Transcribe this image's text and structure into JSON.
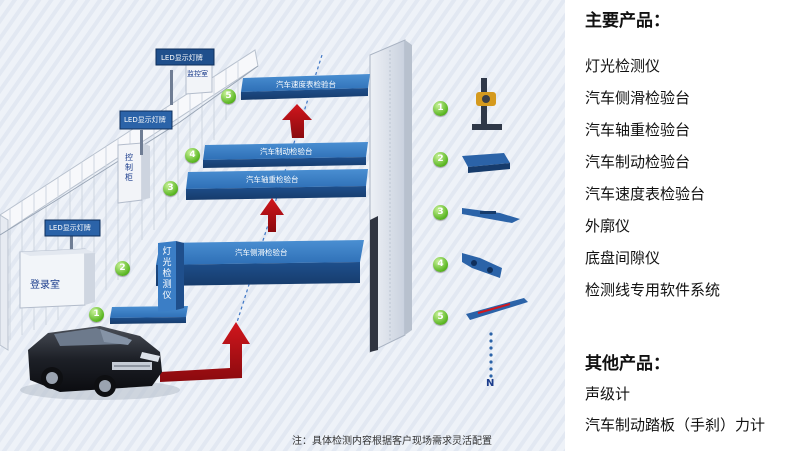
{
  "diagram": {
    "led_sign_label": "LED显示灯牌",
    "monitor_room_label": "监控室",
    "control_cabinet_label": "控制柜",
    "login_room_label": "登录室",
    "light_detector_label": "灯光检测仪",
    "platforms": {
      "p2": "汽车侧滑检验台",
      "p3": "汽车轴重检验台",
      "p4": "汽车制动检验台",
      "p5": "汽车速度表检验台"
    },
    "step_numbers": [
      "1",
      "2",
      "3",
      "4",
      "5"
    ],
    "legend_numbers": [
      "1",
      "2",
      "3",
      "4",
      "5"
    ],
    "legend_end": "N",
    "note": "注：具体检测内容根据客户现场需求灵活配置"
  },
  "panel": {
    "main_heading": "主要产品：",
    "main_items": [
      "灯光检测仪",
      "汽车侧滑检验台",
      "汽车轴重检验台",
      "汽车制动检验台",
      "汽车速度表检验台",
      "外廓仪",
      "底盘间隙仪",
      "检测线专用软件系统"
    ],
    "other_heading": "其他产品：",
    "other_items": [
      "声级计",
      "汽车制动踏板（手刹）力计"
    ]
  }
}
